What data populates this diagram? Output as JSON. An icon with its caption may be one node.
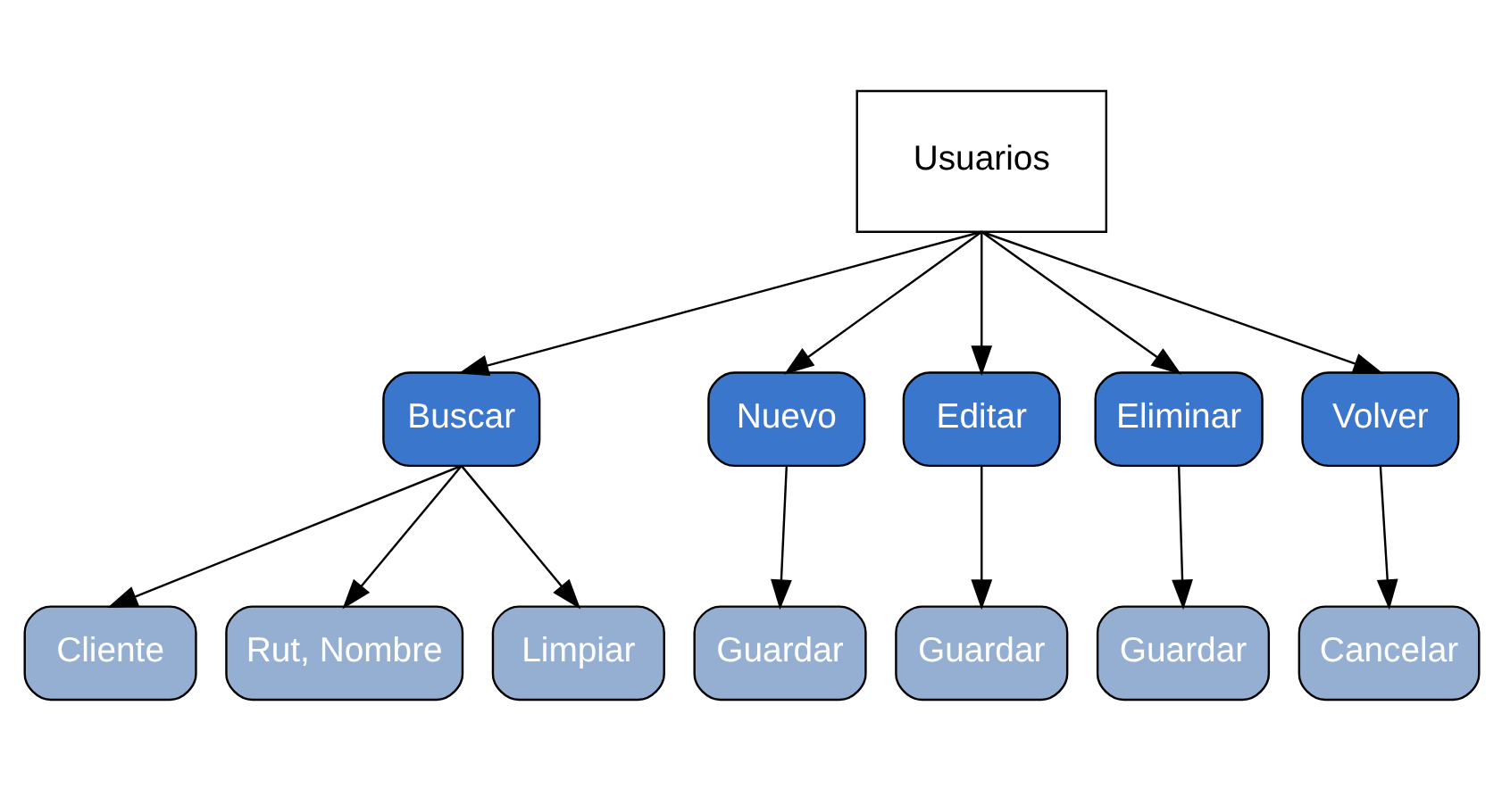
{
  "diagram": {
    "nodes": [
      {
        "text": [
          "Usuarios"
        ]
      },
      {
        "text": [
          "Buscar"
        ]
      },
      {
        "text": [
          "Nuevo"
        ]
      },
      {
        "text": [
          "Editar"
        ]
      },
      {
        "text": [
          "Eliminar"
        ]
      },
      {
        "text": [
          "Volver"
        ]
      },
      {
        "text": [
          "Cliente"
        ]
      },
      {
        "text": [
          "Rut, Nombre"
        ]
      },
      {
        "text": [
          "Limpiar"
        ]
      },
      {
        "text": [
          "Guardar"
        ]
      },
      {
        "text": [
          "Guardar"
        ]
      },
      {
        "text": [
          "Guardar"
        ]
      },
      {
        "text": [
          "Cancelar"
        ]
      }
    ],
    "edges": [
      {
        "from": 0,
        "to": 1,
        "arrow": "to"
      },
      {
        "from": 0,
        "to": 2,
        "arrow": "to"
      },
      {
        "from": 0,
        "to": 3,
        "arrow": "to"
      },
      {
        "from": 0,
        "to": 4,
        "arrow": "to"
      },
      {
        "from": 0,
        "to": 5,
        "arrow": "to"
      },
      {
        "from": 1,
        "to": 6,
        "arrow": "to"
      },
      {
        "from": 1,
        "to": 7,
        "arrow": "to"
      },
      {
        "from": 1,
        "to": 8,
        "arrow": "to"
      },
      {
        "from": 2,
        "to": 9,
        "arrow": "to"
      },
      {
        "from": 3,
        "to": 10,
        "arrow": "to"
      },
      {
        "from": 4,
        "to": 11,
        "arrow": "to"
      },
      {
        "from": 5,
        "to": 12,
        "arrow": "to"
      }
    ]
  }
}
